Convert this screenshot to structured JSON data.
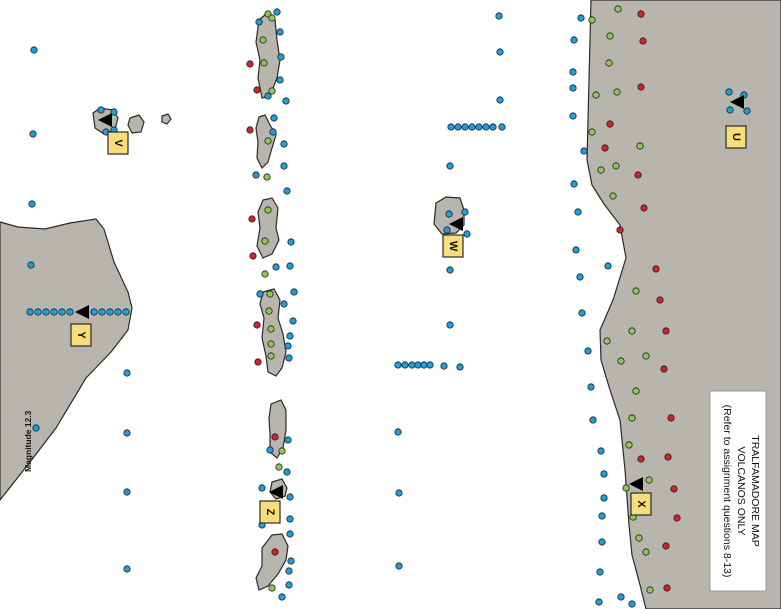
{
  "title": {
    "lines": [
      "TRALFAMADORE MAP",
      "VOLCANOS ONLY",
      "(Refer to assignment questions 8-13)"
    ]
  },
  "magnitude_label": "Magnitude 12.3",
  "volcano_labels": [
    "V",
    "W",
    "X",
    "Y",
    "Z",
    "U"
  ],
  "legend_colors": {
    "land": "#b7b5ae",
    "blue": "#1a9fe0",
    "green": "#8fc750",
    "red": "#d6202a",
    "label_fill": "#f7de7a"
  }
}
